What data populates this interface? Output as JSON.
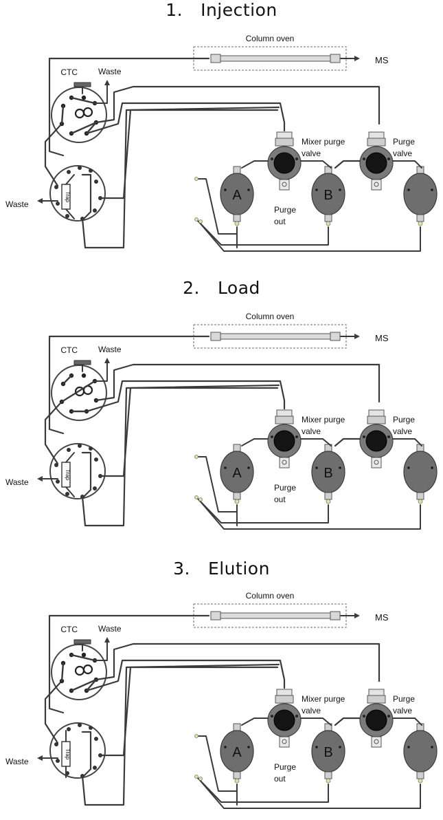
{
  "panels": [
    {
      "number": "1.",
      "title": "Injection"
    },
    {
      "number": "2.",
      "title": "Load"
    },
    {
      "number": "3.",
      "title": "Elution"
    }
  ],
  "labels": {
    "column_oven": "Column oven",
    "ms": "MS",
    "ctc": "CTC",
    "waste": "Waste",
    "mixer_purge_1": "Mixer purge",
    "mixer_purge_2": "valve",
    "purge_1": "Purge",
    "purge_2": "valve",
    "purge_out_1": "Purge",
    "purge_out_2": "out",
    "pump_a": "A",
    "pump_b": "B",
    "loop": "Trap"
  },
  "colors": {
    "line": "#3a3a3a",
    "pump_body": "#6e6e6e",
    "valve_center": "#141414",
    "valve_ring": "#7a7a7a",
    "fitting": "#d8d8d8",
    "column_fill": "#dcdcdc",
    "dashed_box": "#8a8a8a"
  }
}
